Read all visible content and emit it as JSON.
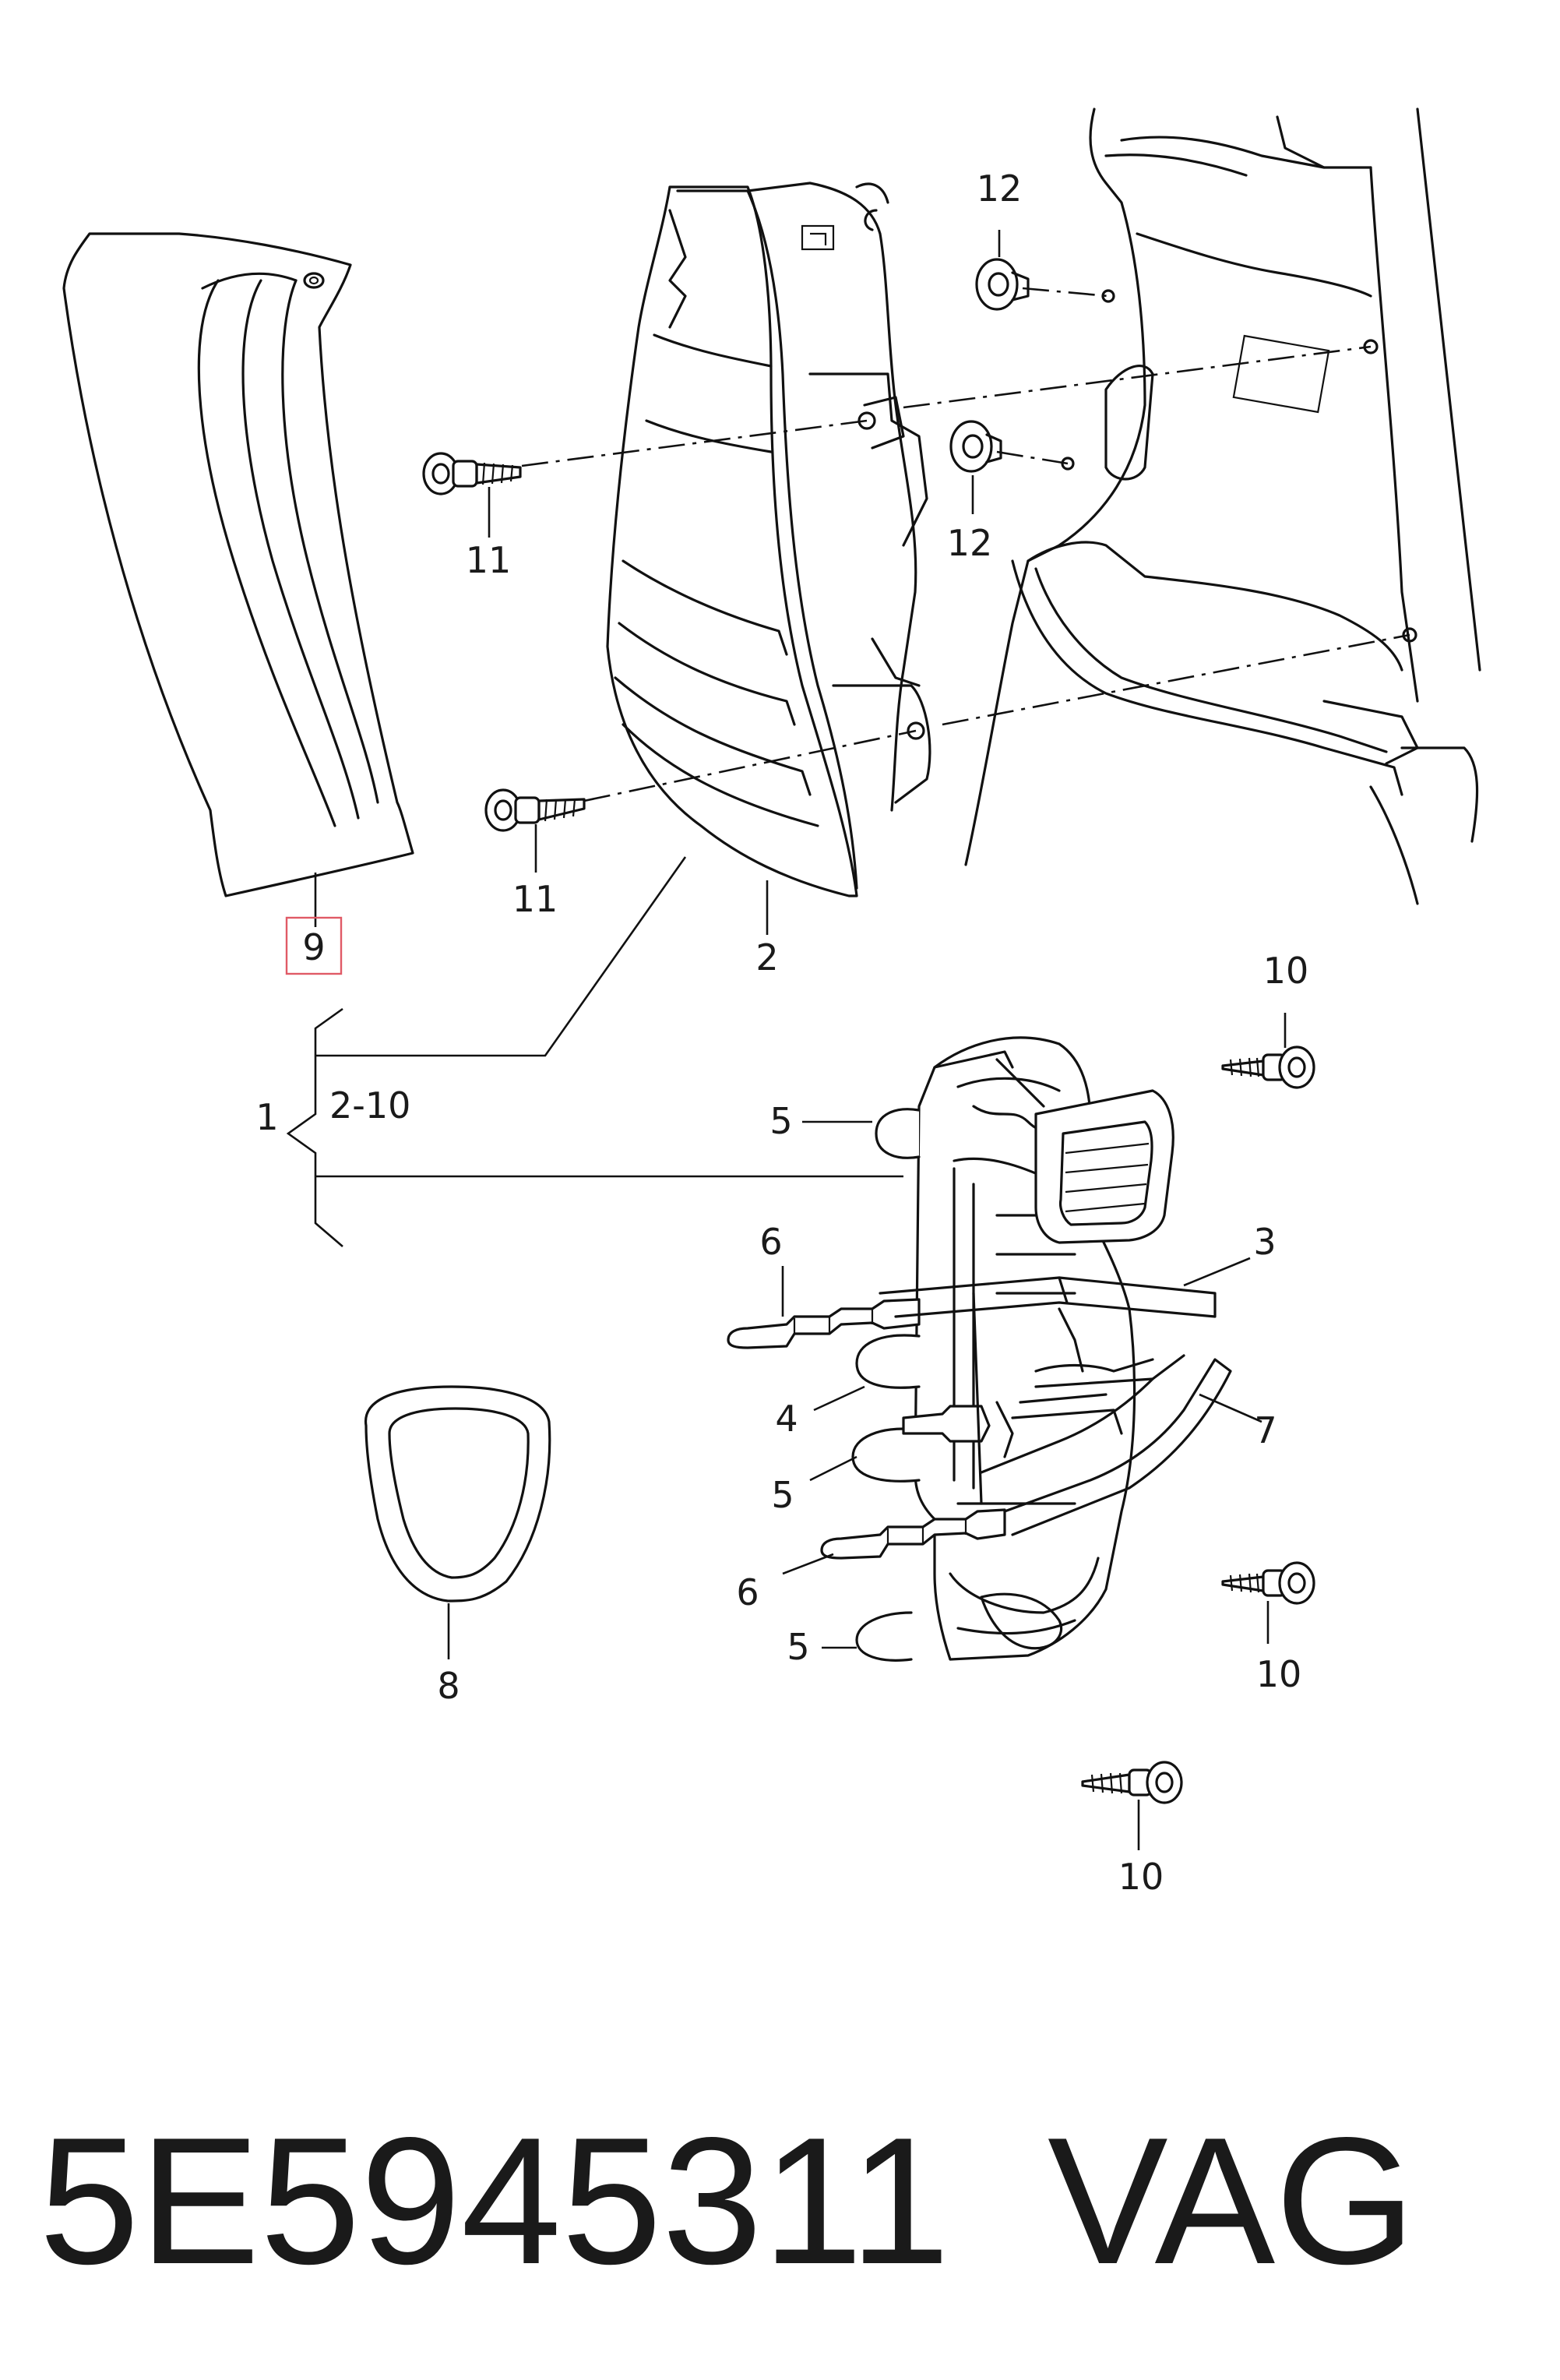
{
  "diagram": {
    "callouts": {
      "c1": "1",
      "c1_range": "2-10",
      "c2": "2",
      "c3": "3",
      "c4": "4",
      "c5a": "5",
      "c5b": "5",
      "c5c": "5",
      "c6a": "6",
      "c6b": "6",
      "c7": "7",
      "c8": "8",
      "c9": "9",
      "c10a": "10",
      "c10b": "10",
      "c10c": "10",
      "c11a": "11",
      "c11b": "11",
      "c12a": "12",
      "c12b": "12"
    },
    "highlighted_callout": "9",
    "highlight_color": "#e05a66"
  },
  "footer": {
    "part_number": "5E5945311",
    "brand": "VAG"
  }
}
